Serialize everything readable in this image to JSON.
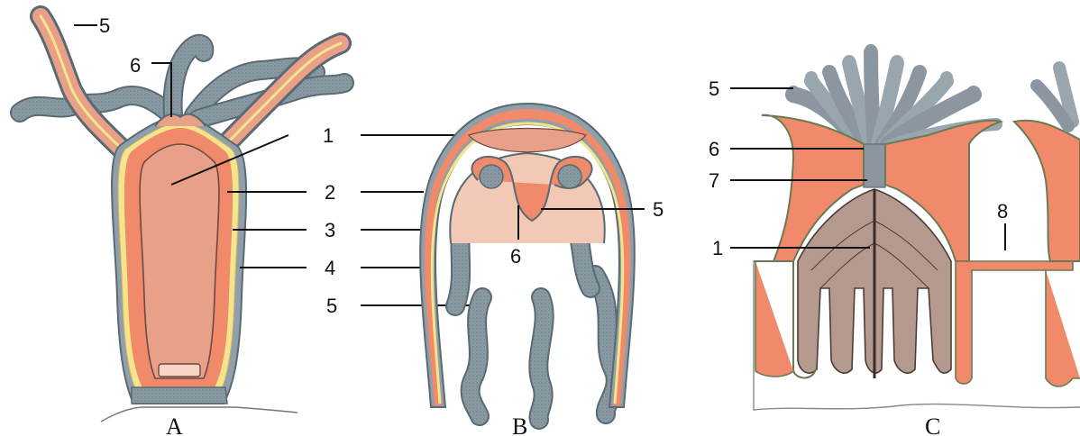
{
  "colors": {
    "tentacle": "#8a9ba5",
    "body_wall": "#f08a6a",
    "gastric": "#e8a088",
    "inner_layer": "#e99b7e",
    "mesoglea": "#f4e58a",
    "outline": "#5a6a72",
    "polyp_grey": "#9aa6ae",
    "mesentery": "#b49a8e"
  },
  "panels": [
    {
      "letter": "A",
      "labels": [
        "5",
        "6",
        "1",
        "2",
        "3",
        "4"
      ]
    },
    {
      "letter": "B",
      "labels": [
        "5",
        "6",
        "5"
      ]
    },
    {
      "letter": "C",
      "labels": [
        "5",
        "6",
        "7",
        "1",
        "8"
      ]
    }
  ]
}
